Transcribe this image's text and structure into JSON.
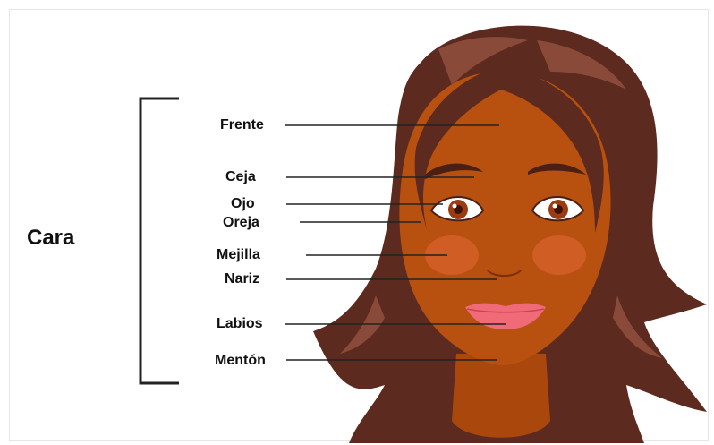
{
  "diagram": {
    "group_label": "Cara",
    "labels": [
      "Frente",
      "Ceja",
      "Ojo",
      "Oreja",
      "Mejilla",
      "Nariz",
      "Labios",
      "Mentón"
    ]
  },
  "colors": {
    "skin": "#b8500f",
    "skin_shadow": "#9b3f0a",
    "hair": "#5c2a1e",
    "hair_highlight": "#8a4a3a",
    "lips": "#f06a78",
    "cheek": "#d9622e",
    "iris": "#9c3a12",
    "leader_line": "#222222"
  }
}
